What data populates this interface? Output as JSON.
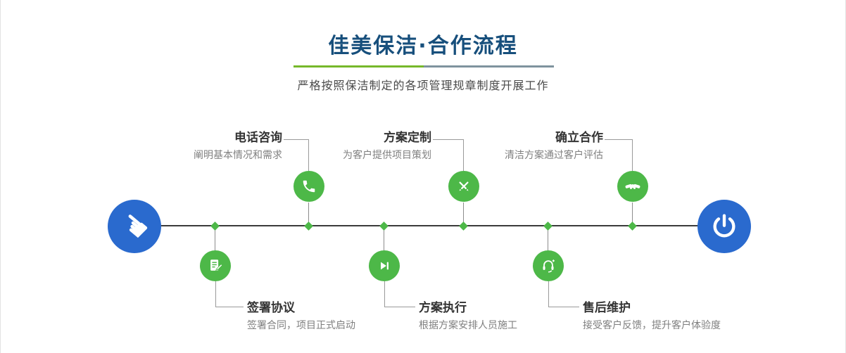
{
  "page": {
    "title": "佳美保洁·合作流程",
    "subtitle": "严格按照保洁制定的各项管理规章制度开展工作"
  },
  "flow": {
    "start_icon": "pointer-hand-icon",
    "end_icon": "power-icon",
    "steps": [
      {
        "title": "电话咨询",
        "desc": "阐明基本情况和需求",
        "icon": "phone-icon",
        "side": "top"
      },
      {
        "title": "方案定制",
        "desc": "为客户提供项目策划",
        "icon": "pencil-tools-icon",
        "side": "top"
      },
      {
        "title": "确立合作",
        "desc": "清洁方案通过客户评估",
        "icon": "handshake-icon",
        "side": "top"
      },
      {
        "title": "签署协议",
        "desc": "签署合同，项目正式启动",
        "icon": "contract-icon",
        "side": "bottom"
      },
      {
        "title": "方案执行",
        "desc": "根据方案安排人员施工",
        "icon": "play-step-icon",
        "side": "bottom"
      },
      {
        "title": "售后维护",
        "desc": "接受客户反馈，提升客户体验度",
        "icon": "headset-support-icon",
        "side": "bottom"
      }
    ]
  },
  "icons": {
    "hand_glyph": "☚"
  },
  "colors": {
    "title_blue": "#174f7c",
    "node_green": "#4db848",
    "endpoint_blue": "#2a6ace",
    "divider_green": "#76b82a",
    "divider_gray": "#7f939e",
    "timeline_dark": "#3b3b3b"
  }
}
